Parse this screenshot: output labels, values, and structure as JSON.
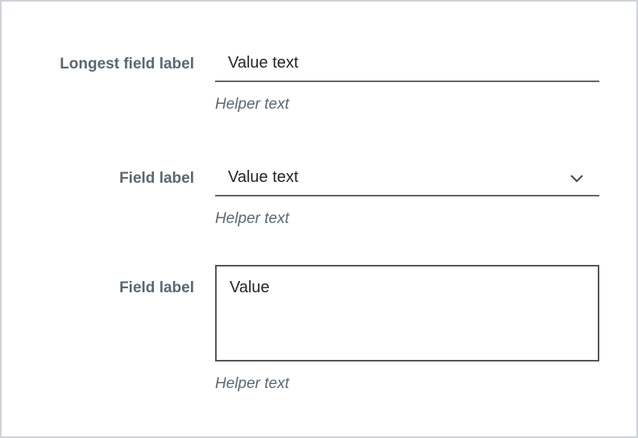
{
  "colors": {
    "panel_border": "#ced3d9",
    "label_text": "#5a6872",
    "value_text": "#21252b",
    "underline": "#5a6872",
    "textarea_border": "#50575f",
    "chevron": "#3d4650",
    "helper_text": "#5a6872",
    "background": "#ffffff"
  },
  "form": {
    "fields": [
      {
        "type": "text-input",
        "label": "Longest field label",
        "value": "Value text",
        "helper": "Helper text"
      },
      {
        "type": "select",
        "label": "Field label",
        "value": "Value text",
        "helper": "Helper text",
        "icon": "chevron-down-icon"
      },
      {
        "type": "textarea",
        "label": "Field label",
        "value": "Value",
        "helper": "Helper text"
      }
    ]
  }
}
